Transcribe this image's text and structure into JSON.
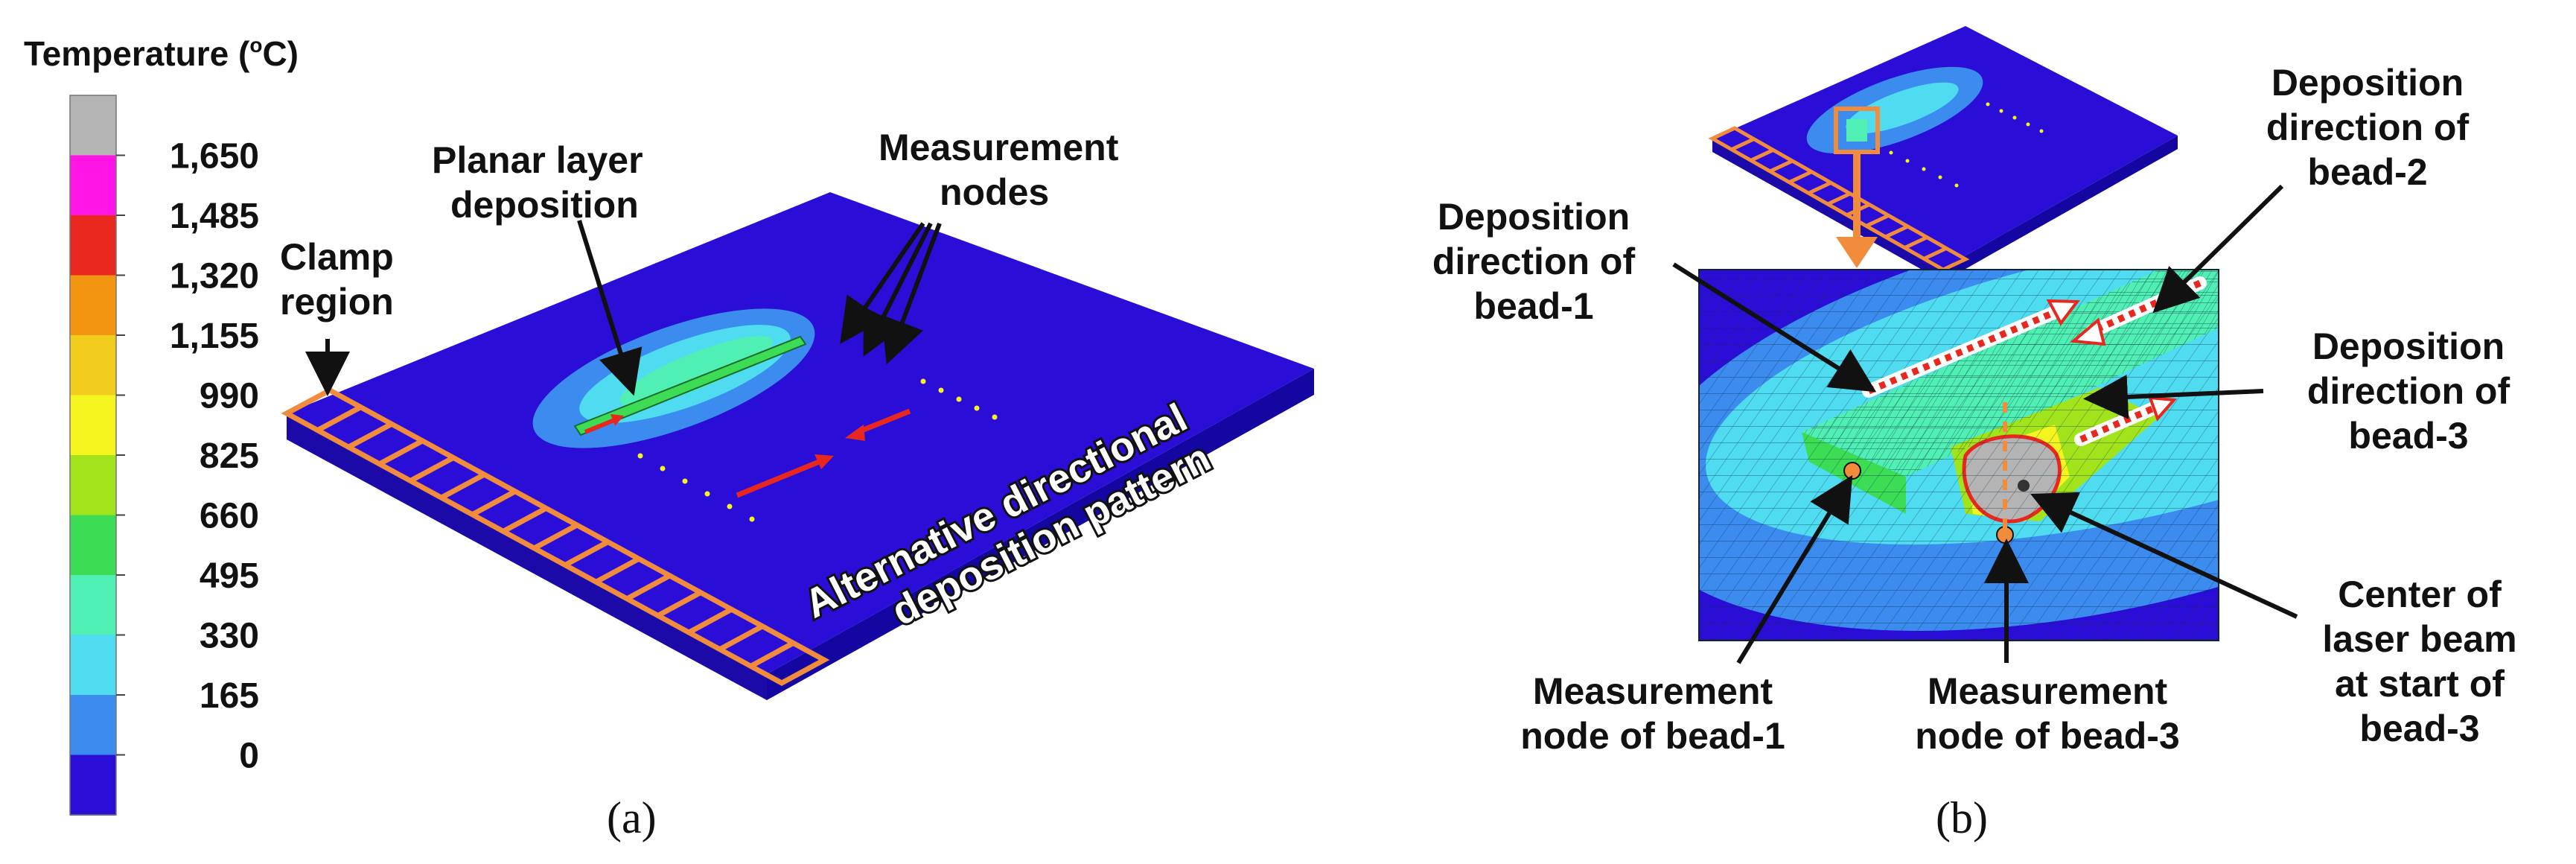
{
  "panel_a": {
    "legend": {
      "title_prefix": "Temperature (",
      "title_sup": "o",
      "title_suffix": "C)",
      "ticks": [
        "1,650",
        "1,485",
        "1,320",
        "1,155",
        "990",
        "825",
        "660",
        "495",
        "330",
        "165",
        "0"
      ],
      "colors": [
        "#b4b4b4",
        "#ff14e6",
        "#e8281e",
        "#f29612",
        "#f2cc1c",
        "#f6f41e",
        "#a2e41c",
        "#3cdc54",
        "#50f0b4",
        "#50dcf0",
        "#3c8cf0",
        "#2a0ed8"
      ]
    },
    "labels": {
      "clamp_line1": "Clamp",
      "clamp_line2": "region",
      "planar_line1": "Planar layer",
      "planar_line2": "deposition",
      "meas_line1": "Measurement",
      "meas_line2": "nodes",
      "alt_line1": "Alternative directional",
      "alt_line2": "deposition pattern"
    },
    "caption": "(a)"
  },
  "panel_b": {
    "labels": {
      "bead1_line1": "Deposition",
      "bead1_line2": "direction of",
      "bead1_line3": "bead-1",
      "bead2_line1": "Deposition",
      "bead2_line2": "direction of",
      "bead2_line3": "bead-2",
      "bead3_line1": "Deposition",
      "bead3_line2": "direction of",
      "bead3_line3": "bead-3",
      "laser_line1": "Center of",
      "laser_line2": "laser beam",
      "laser_line3": "at start of",
      "laser_line4": "bead-3",
      "mn1_line1": "Measurement",
      "mn1_line2": "node of bead-1",
      "mn3_line1": "Measurement",
      "mn3_line2": "node of bead-3"
    },
    "caption": "(b)"
  },
  "colors": {
    "plate_top": "#2a0ed8",
    "plate_front": "#1c0aa8",
    "plate_side": "#1206a0",
    "clamp": "#f08c3c",
    "arrow_red": "#e8281e",
    "text": "#111111"
  }
}
